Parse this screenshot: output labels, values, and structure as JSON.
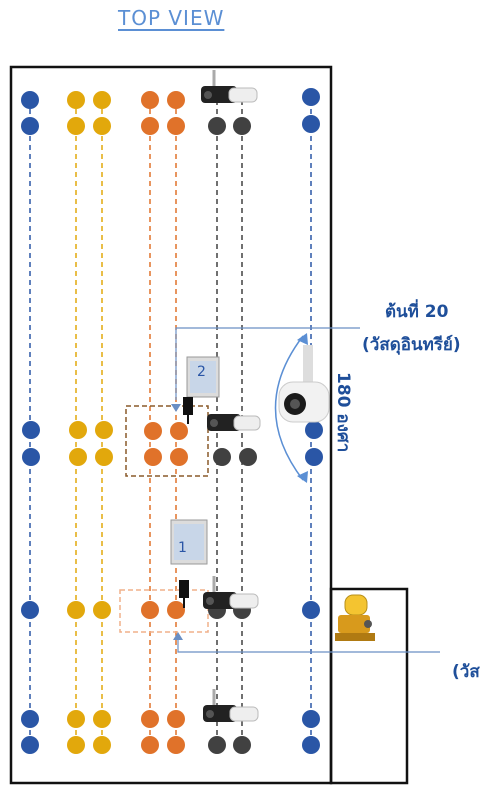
{
  "title": "TOP VIEW",
  "plant_label_line1": "ต้นที่ 20",
  "plant_label_line2": "(วัสดุอินทรีย์)",
  "rotation_label": "180 องศา",
  "partial_label": "(วัส",
  "enclosure_labels": [
    "2",
    "1"
  ],
  "colors": {
    "blue": "#2a56a6",
    "yellow": "#e2a80c",
    "orange": "#e0722a",
    "dark": "#414141",
    "line": "#6a8fc4",
    "border": "#111111"
  },
  "icons": [
    "camera-icon",
    "water-pump-icon",
    "control-box-icon",
    "sensor-icon"
  ]
}
